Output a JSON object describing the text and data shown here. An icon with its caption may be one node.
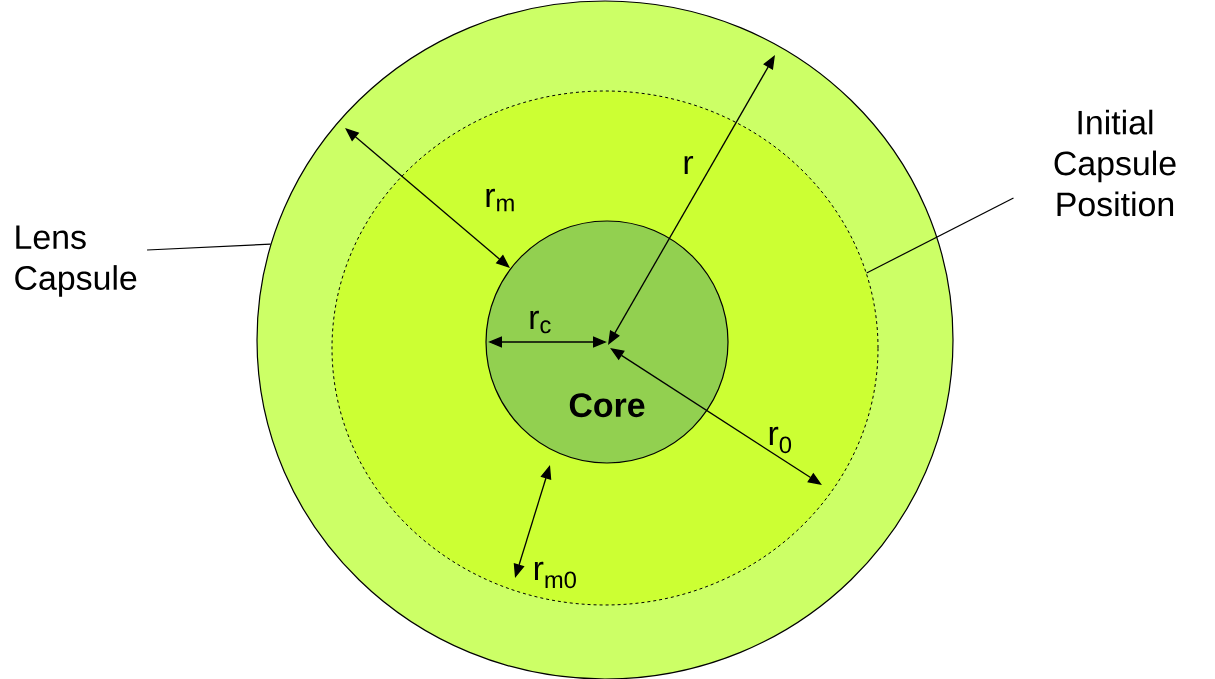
{
  "diagram": {
    "nodes": [
      {
        "text": [
          "Lens Capsule"
        ]
      },
      {
        "text": [
          "Initial Capsule Position"
        ]
      },
      {
        "text": [],
        "shape": "circle"
      },
      {
        "text": [],
        "shape": "circle",
        "in": 2
      },
      {
        "text": [
          "Core"
        ],
        "in": 3
      }
    ],
    "edges": [
      {
        "from": 0,
        "to": 2,
        "arrow": "none"
      },
      {
        "from": 1,
        "to": 3,
        "arrow": "none"
      }
    ],
    "labels": [
      "r",
      "r$_{m}$",
      "r$_{c}$",
      "r$_{0}$",
      "r$_{m0}$"
    ]
  }
}
